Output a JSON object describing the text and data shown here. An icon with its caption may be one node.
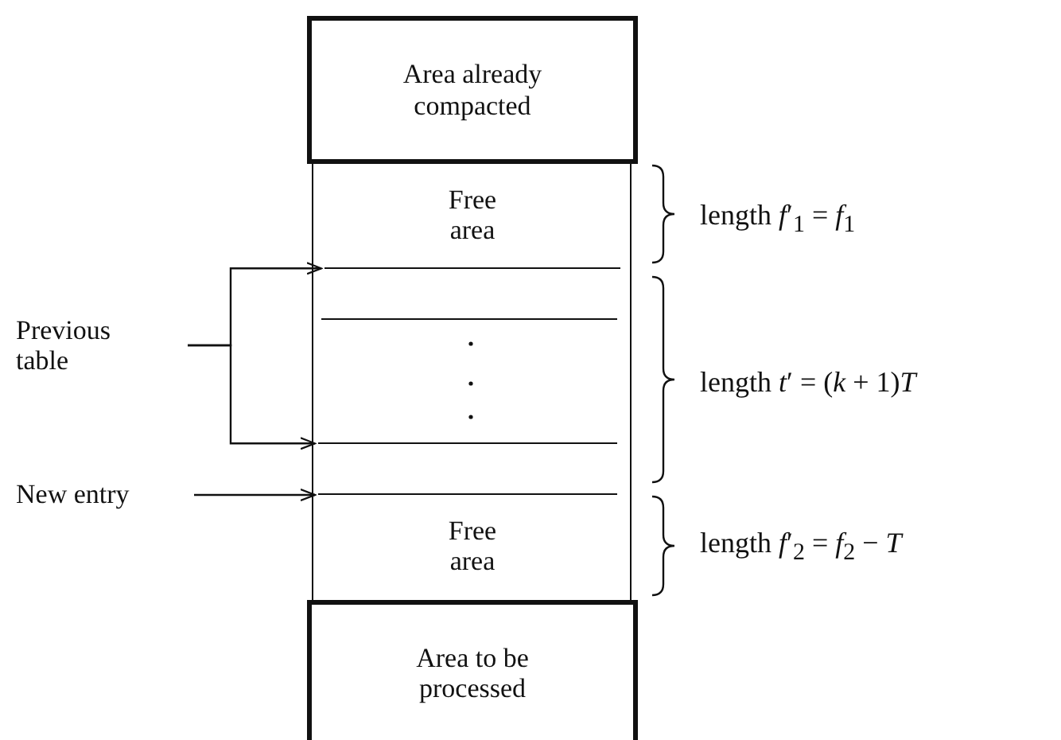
{
  "diagram": {
    "nodes": [
      {
        "text": [
          "Area already compacted"
        ]
      },
      {
        "text": [
          "Free area"
        ]
      },
      {
        "text": [
          "Previous table"
        ]
      },
      {
        "text": [],
        "shape": "line"
      },
      {
        "text": [],
        "shape": "line"
      },
      {
        "text": [],
        "shape": "line"
      },
      {
        "text": [
          "New entry"
        ]
      },
      {
        "text": [],
        "shape": "line"
      },
      {
        "text": [
          "Free area"
        ]
      },
      {
        "text": [
          "Area to be processed"
        ]
      }
    ],
    "edges": [
      {
        "from": 2,
        "to": 3,
        "arrow": "to"
      },
      {
        "from": 2,
        "to": 5,
        "arrow": "to"
      },
      {
        "from": 6,
        "to": 7,
        "arrow": "to"
      }
    ],
    "labels": [
      "length *f*′$_{1}$ = *f*$_{1}$",
      "length *t*′ = (*k* + 1)*T*",
      "length *f*′$_{2}$ = *f*$_{2}$ − *T*"
    ]
  }
}
